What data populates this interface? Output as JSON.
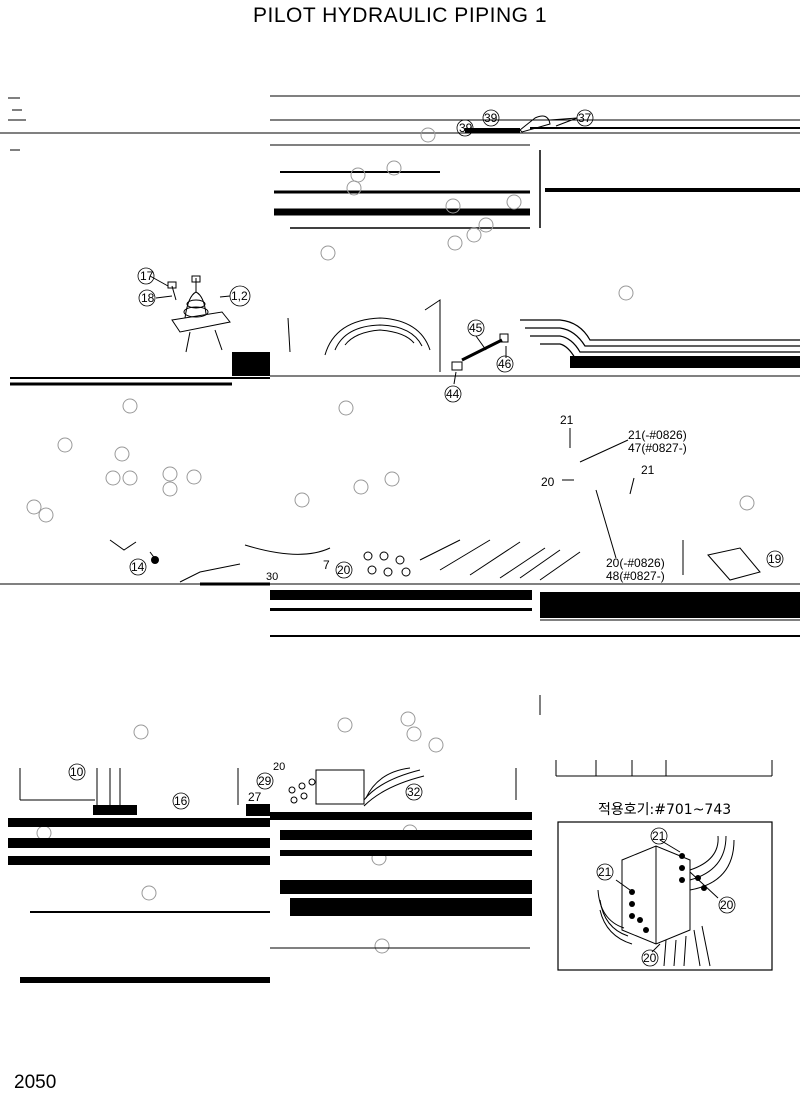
{
  "title": "PILOT HYDRAULIC PIPING 1",
  "page_number": "2050",
  "serial_note": "적용호기:#701~743",
  "labels": {
    "p39a": "39",
    "p39b": "39",
    "p37": "37",
    "p17": "17",
    "p18": "18",
    "p12": "1,2",
    "p45": "45",
    "p46": "46",
    "p44": "44",
    "p21a": "21",
    "p21b": "21(-#0826)",
    "p47": "47(#0827-)",
    "p21c": "21",
    "p20a": "20",
    "p20b": "20(-#0826)",
    "p48": "48(#0827-)",
    "p14": "14",
    "p30": "30",
    "p7": "7",
    "p20c": "20",
    "p19": "19",
    "p10": "10",
    "p28": "20",
    "p29": "29",
    "p27": "27",
    "p16": "16",
    "p32": "32",
    "i21a": "21",
    "i21b": "21",
    "i20a": "20",
    "i20b": "20"
  }
}
